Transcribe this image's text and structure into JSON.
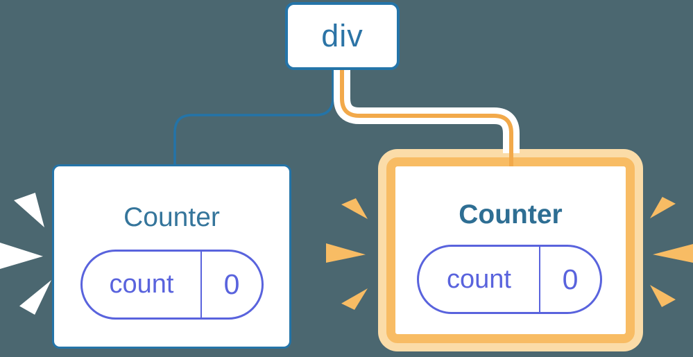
{
  "diagram": {
    "root": {
      "label": "div"
    },
    "children": [
      {
        "title": "Counter",
        "state_key": "count",
        "state_value": "0",
        "highlighted": false
      },
      {
        "title": "Counter",
        "state_key": "count",
        "state_value": "0",
        "highlighted": true
      }
    ]
  },
  "colors": {
    "background": "#4B6770",
    "node_border_blue": "#2474A8",
    "root_label_blue": "#2C74A6",
    "title_blue_left": "#35759B",
    "title_blue_right": "#2E6E93",
    "state_indigo": "#5963DD",
    "highlight_orange": "#F8BC64",
    "highlight_orange_light": "#FBDCA8",
    "connector_orange": "#F2A94A",
    "connector_casing_white": "#FFFFFF",
    "spark_white": "#FFFFFF",
    "card_background": "#FFFFFF"
  }
}
